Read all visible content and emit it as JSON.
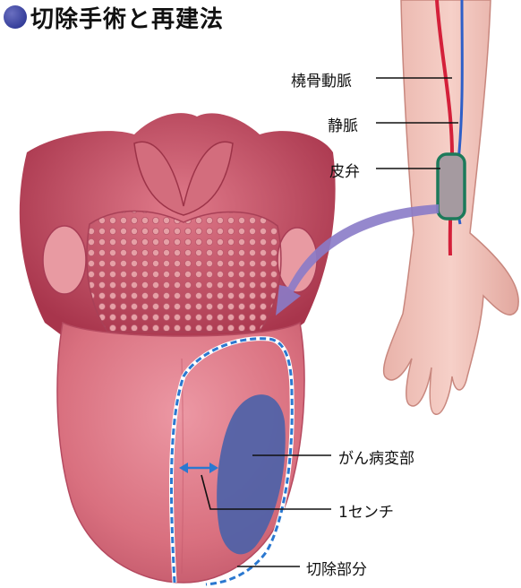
{
  "title": "切除手術と再建法",
  "labels": {
    "radial_artery": "橈骨動脈",
    "vein": "静脈",
    "skin_flap": "皮弁",
    "cancer_lesion": "がん病変部",
    "margin": "1センチ",
    "resection": "切除部分"
  },
  "colors": {
    "tongue": "#d9707f",
    "throat": "#c2485c",
    "skin": "#f2c4bc",
    "artery": "#d4203a",
    "vein": "#2e5fc8",
    "lesion": "#4d62a8",
    "flap_outline": "#1c7a5a",
    "dashed_outline": "#2a78d0",
    "arrow": "#8a7bc8"
  }
}
